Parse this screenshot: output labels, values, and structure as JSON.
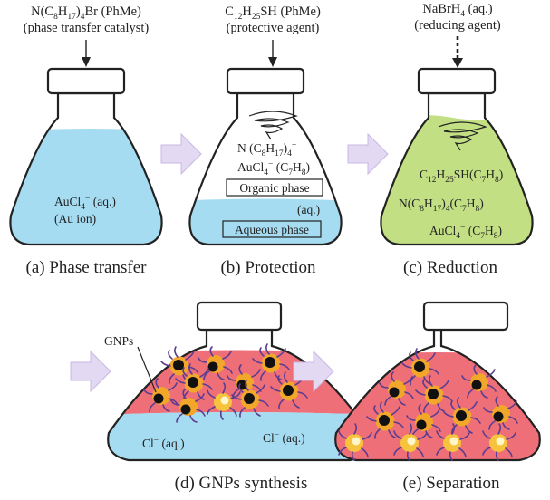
{
  "colors": {
    "aqueous": "#a6dcf2",
    "organic_green": "#c3df84",
    "gnp_red": "#ee6f78",
    "flask_outline": "#222222",
    "arrow_fill": "#e3d9f2",
    "arrow_stroke": "#c9b8e3"
  },
  "flask_a": {
    "caption": "(a) Phase transfer",
    "reagent_parts": [
      [
        "N(C",
        ""
      ],
      [
        "8",
        "sub"
      ],
      [
        "H",
        ""
      ],
      [
        "17",
        "sub"
      ],
      [
        ")",
        ""
      ],
      [
        "4",
        "sub"
      ],
      [
        "Br (PhMe)",
        ""
      ]
    ],
    "reagent_role": "(phase transfer catalyst)",
    "ion_parts": [
      [
        "AuCl",
        ""
      ],
      [
        "4",
        "sub"
      ],
      [
        "−",
        "sup"
      ],
      [
        " (aq.)",
        ""
      ]
    ],
    "ion_note": "(Au ion)"
  },
  "flask_b": {
    "caption": "(b) Protection",
    "reagent_parts": [
      [
        "C",
        ""
      ],
      [
        "12",
        "sub"
      ],
      [
        "H",
        ""
      ],
      [
        "25",
        "sub"
      ],
      [
        "SH (PhMe)",
        ""
      ]
    ],
    "reagent_role": "(protective agent)",
    "line1_parts": [
      [
        "N (C",
        ""
      ],
      [
        "8",
        "sub"
      ],
      [
        "H",
        ""
      ],
      [
        "17",
        "sub"
      ],
      [
        ")",
        ""
      ],
      [
        "4",
        "sub"
      ],
      [
        "+",
        "sup"
      ]
    ],
    "line2_parts": [
      [
        "AuCl",
        ""
      ],
      [
        "4",
        "sub"
      ],
      [
        "−",
        "sup"
      ],
      [
        " (C",
        ""
      ],
      [
        "7",
        "sub"
      ],
      [
        "H",
        ""
      ],
      [
        "8",
        "sub"
      ],
      [
        ")",
        ""
      ]
    ],
    "organic_phase": "Organic phase",
    "aq_label": "(aq.)",
    "aqueous_phase": "Aqueous phase"
  },
  "flask_c": {
    "caption": "(c) Reduction",
    "reagent": "NaBrH4 (aq.)",
    "reagent_parts": [
      [
        "NaBrH",
        ""
      ],
      [
        "4",
        "sub"
      ],
      [
        " (aq.)",
        ""
      ]
    ],
    "reagent_role": "(reducing agent)",
    "line1_parts": [
      [
        "C",
        ""
      ],
      [
        "12",
        "sub"
      ],
      [
        "H",
        ""
      ],
      [
        "25",
        "sub"
      ],
      [
        "SH(C",
        ""
      ],
      [
        "7",
        "sub"
      ],
      [
        "H",
        ""
      ],
      [
        "8",
        "sub"
      ],
      [
        ")",
        ""
      ]
    ],
    "line2_parts": [
      [
        "N(C",
        ""
      ],
      [
        "8",
        "sub"
      ],
      [
        "H",
        ""
      ],
      [
        "17",
        "sub"
      ],
      [
        ")",
        ""
      ],
      [
        "4",
        "sub"
      ],
      [
        "(C",
        ""
      ],
      [
        "7",
        "sub"
      ],
      [
        "H",
        ""
      ],
      [
        "8",
        "sub"
      ],
      [
        ")",
        ""
      ]
    ],
    "line3_parts": [
      [
        "AuCl",
        ""
      ],
      [
        "4",
        "sub"
      ],
      [
        "−",
        "sup"
      ],
      [
        " (C",
        ""
      ],
      [
        "7",
        "sub"
      ],
      [
        "H",
        ""
      ],
      [
        "8",
        "sub"
      ],
      [
        ")",
        ""
      ]
    ]
  },
  "flask_d": {
    "caption": "(d) GNPs synthesis",
    "gnps_label": "GNPs",
    "cl_left_parts": [
      [
        "Cl",
        ""
      ],
      [
        "−",
        "sup"
      ],
      [
        " (aq.)",
        ""
      ]
    ],
    "cl_right_parts": [
      [
        "Cl",
        ""
      ],
      [
        "−",
        "sup"
      ],
      [
        " (aq.)",
        ""
      ]
    ]
  },
  "flask_e": {
    "caption": "(e) Separation"
  }
}
